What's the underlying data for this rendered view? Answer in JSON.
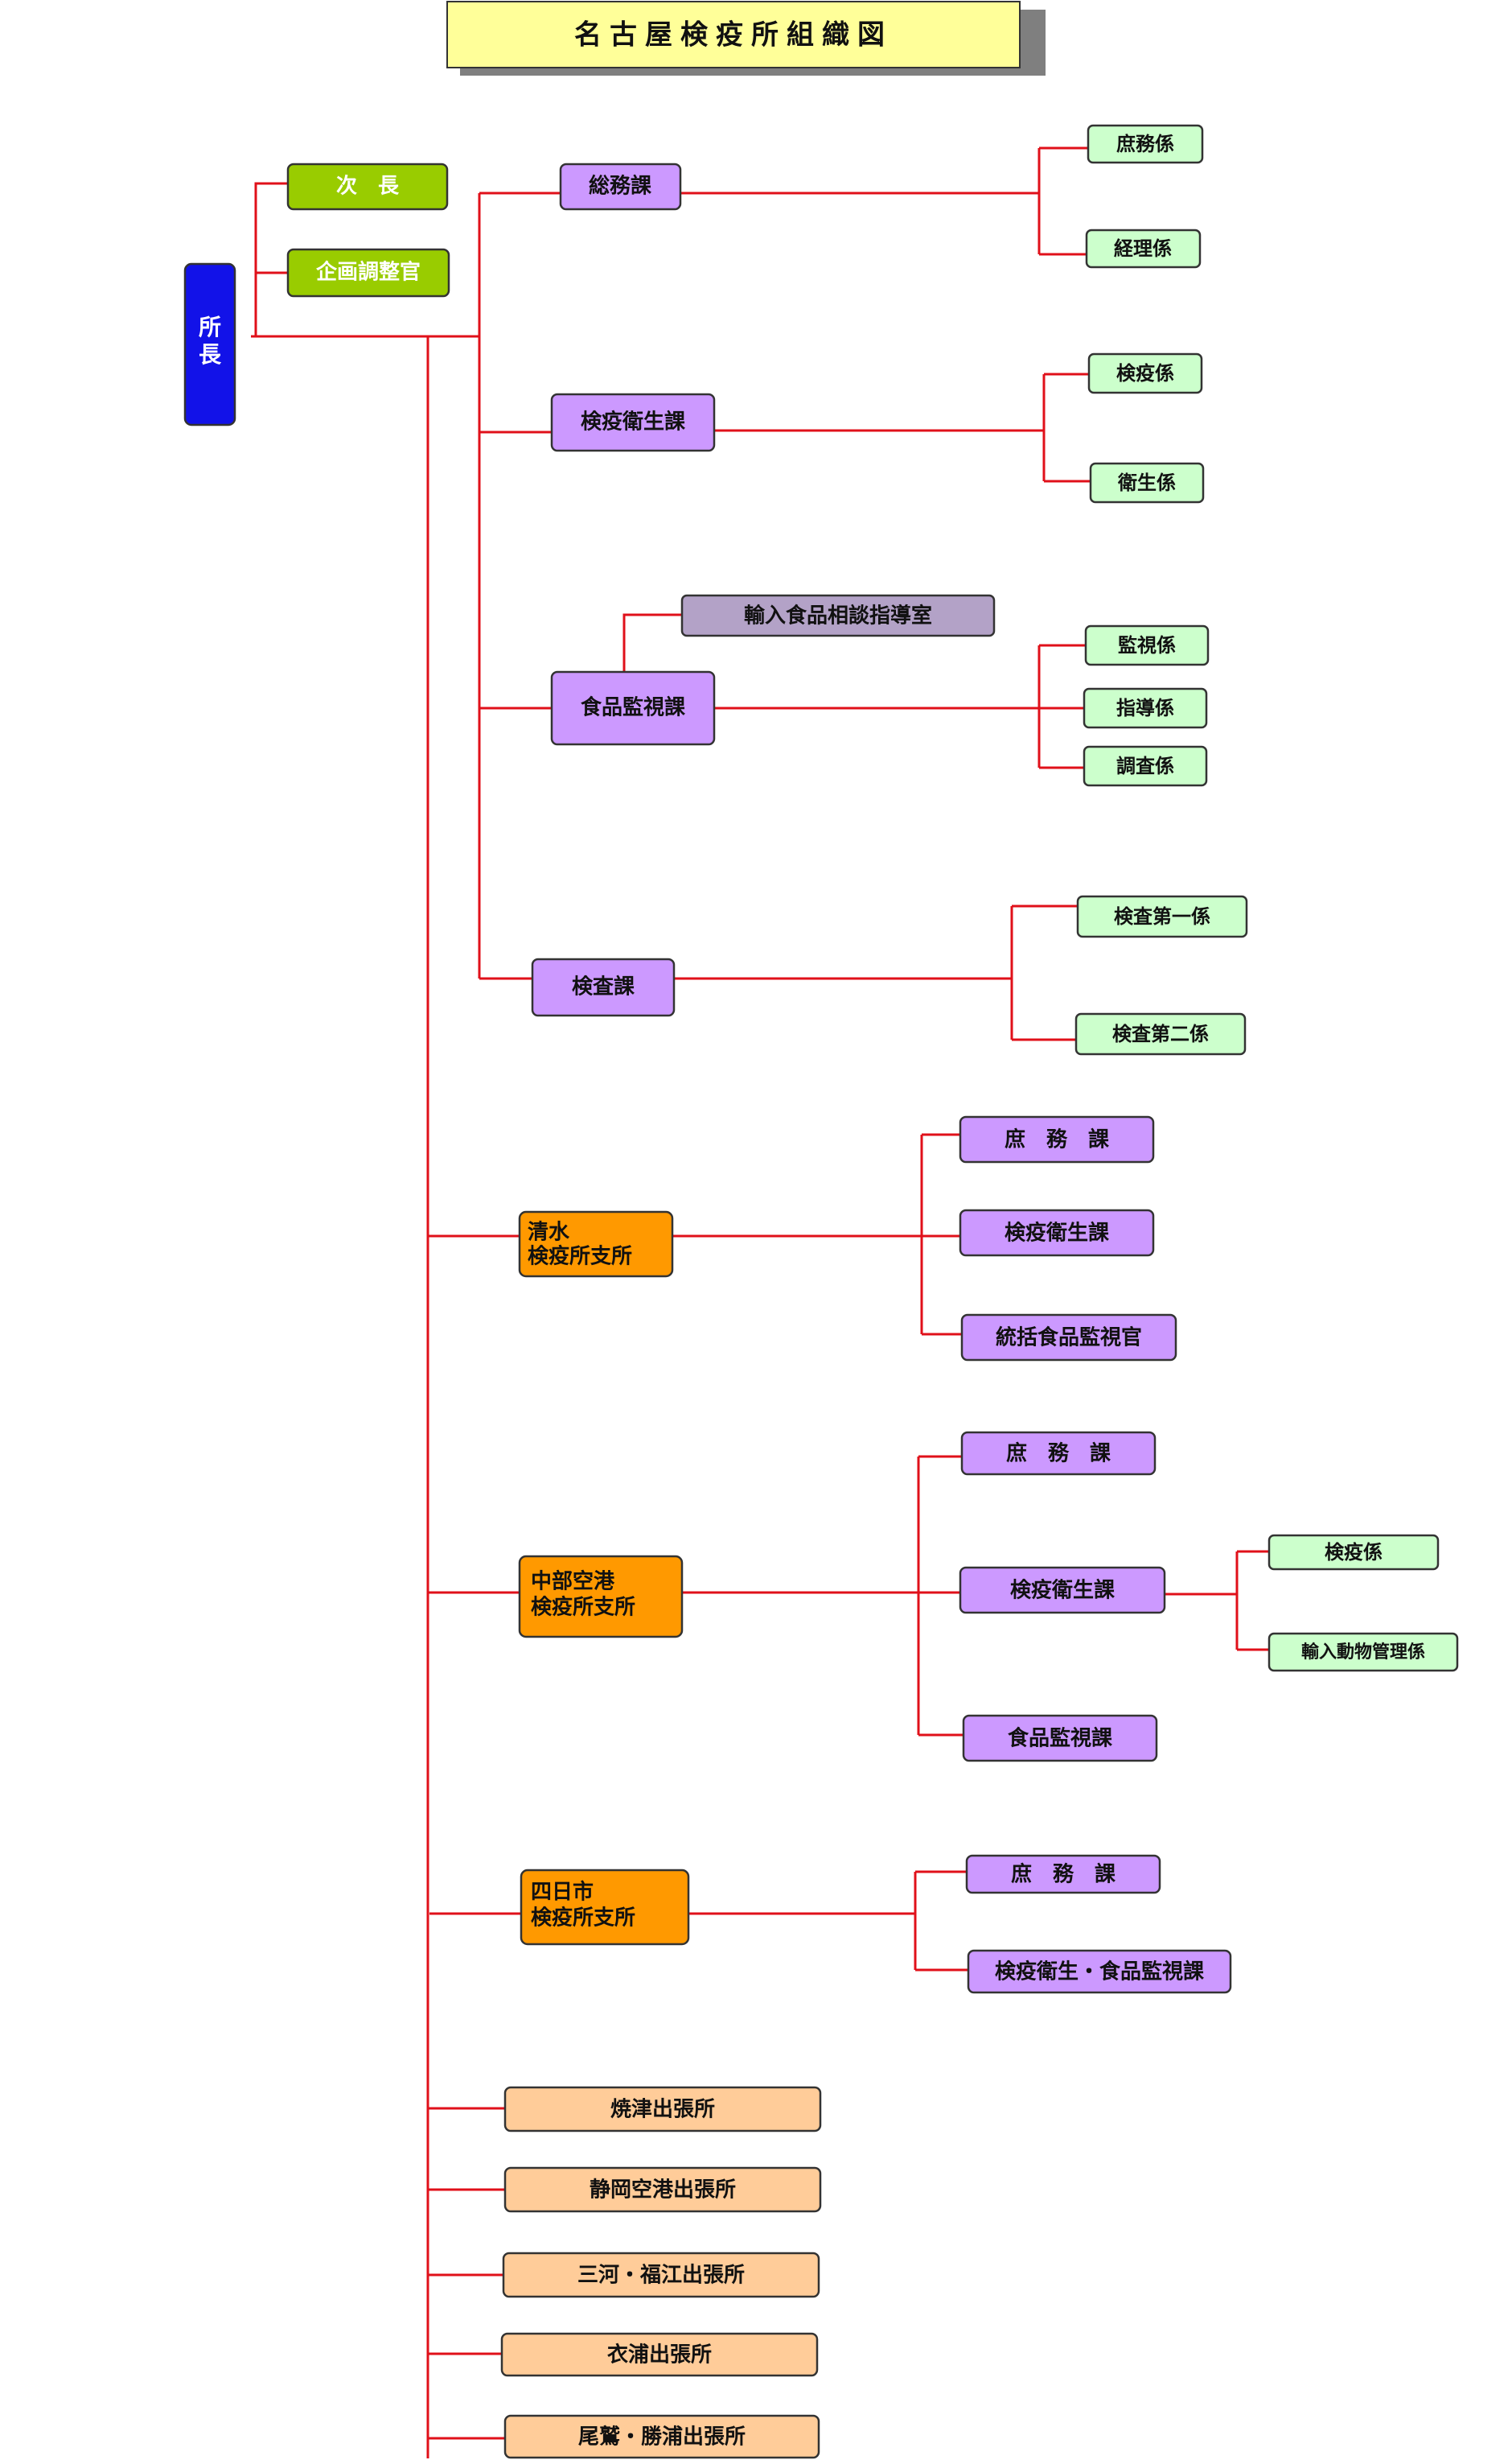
{
  "title": "名古屋検疫所組織図",
  "colors": {
    "head": "#1212e8",
    "staff": "#99cc00",
    "section": "#cc99ff",
    "unit": "#ccffcc",
    "branch": "#ff9900",
    "office": "#ffcc99",
    "room": "#b3a2c7",
    "title_fill": "#ffff99",
    "line": "#e0101a"
  },
  "head": {
    "label_line1": "所",
    "label_line2": "長"
  },
  "staff": {
    "deputy": "次　長",
    "planning": "企画調整官"
  },
  "sections": {
    "general_affairs": {
      "label": "総務課",
      "units": [
        "庶務係",
        "経理係"
      ]
    },
    "quarantine_hygiene": {
      "label": "検疫衛生課",
      "units": [
        "検疫係",
        "衛生係"
      ]
    },
    "food_monitoring": {
      "label": "食品監視課",
      "room": "輸入食品相談指導室",
      "units": [
        "監視係",
        "指導係",
        "調査係"
      ]
    },
    "inspection": {
      "label": "検査課",
      "units": [
        "検査第一係",
        "検査第二係"
      ]
    }
  },
  "branches": {
    "shimizu": {
      "label_line1": "清水",
      "label_line2": "検疫所支所",
      "sections": [
        "庶　務　課",
        "検疫衛生課",
        "統括食品監視官"
      ]
    },
    "chubu": {
      "label_line1": "中部空港",
      "label_line2": "検疫所支所",
      "sections": [
        "庶　務　課",
        "検疫衛生課",
        "食品監視課"
      ],
      "sub_units": [
        "検疫係",
        "輸入動物管理係"
      ]
    },
    "yokkaichi": {
      "label_line1": "四日市",
      "label_line2": "検疫所支所",
      "sections": [
        "庶　務　課",
        "検疫衛生・食品監視課"
      ]
    }
  },
  "offices": [
    "焼津出張所",
    "静岡空港出張所",
    "三河・福江出張所",
    "衣浦出張所",
    "尾鷲・勝浦出張所"
  ]
}
